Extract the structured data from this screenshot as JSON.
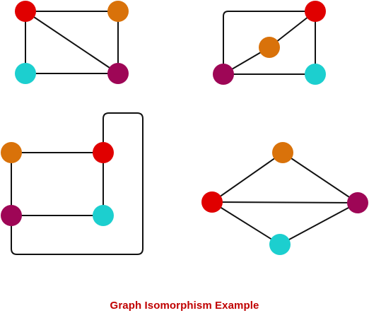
{
  "caption": "Graph Isomorphism Example",
  "colors": {
    "red": "#e00000",
    "orange": "#d9720a",
    "cyan": "#1ccfcf",
    "purple": "#9e0656",
    "edge": "#111111",
    "caption": "#c00000"
  },
  "graphs": [
    {
      "id": "graph-1",
      "vertices": [
        {
          "id": "a",
          "color": "red"
        },
        {
          "id": "b",
          "color": "orange"
        },
        {
          "id": "c",
          "color": "cyan"
        },
        {
          "id": "d",
          "color": "purple"
        }
      ],
      "edges": [
        [
          "a",
          "b"
        ],
        [
          "a",
          "c"
        ],
        [
          "a",
          "d"
        ],
        [
          "b",
          "d"
        ],
        [
          "c",
          "d"
        ]
      ]
    },
    {
      "id": "graph-2",
      "vertices": [
        {
          "id": "a",
          "color": "red"
        },
        {
          "id": "b",
          "color": "orange"
        },
        {
          "id": "c",
          "color": "cyan"
        },
        {
          "id": "d",
          "color": "purple"
        }
      ],
      "edges": [
        [
          "a",
          "b"
        ],
        [
          "a",
          "c"
        ],
        [
          "a",
          "d"
        ],
        [
          "b",
          "d"
        ],
        [
          "c",
          "d"
        ]
      ]
    },
    {
      "id": "graph-3",
      "vertices": [
        {
          "id": "a",
          "color": "red"
        },
        {
          "id": "b",
          "color": "orange"
        },
        {
          "id": "c",
          "color": "cyan"
        },
        {
          "id": "d",
          "color": "purple"
        }
      ],
      "edges": [
        [
          "a",
          "b"
        ],
        [
          "a",
          "c"
        ],
        [
          "a",
          "d"
        ],
        [
          "b",
          "d"
        ],
        [
          "c",
          "d"
        ]
      ]
    },
    {
      "id": "graph-4",
      "vertices": [
        {
          "id": "a",
          "color": "red"
        },
        {
          "id": "b",
          "color": "orange"
        },
        {
          "id": "c",
          "color": "cyan"
        },
        {
          "id": "d",
          "color": "purple"
        }
      ],
      "edges": [
        [
          "a",
          "b"
        ],
        [
          "a",
          "c"
        ],
        [
          "a",
          "d"
        ],
        [
          "b",
          "d"
        ],
        [
          "c",
          "d"
        ]
      ]
    }
  ]
}
